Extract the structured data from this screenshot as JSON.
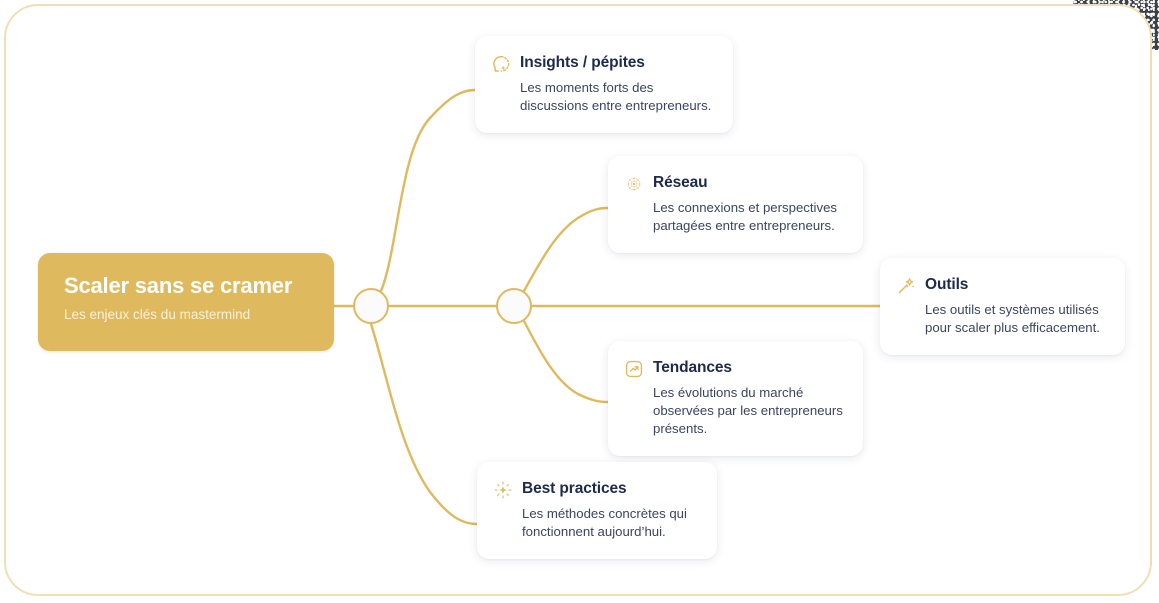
{
  "theme": {
    "gold": "#dfb95e",
    "gold_border": "#f0dfb4",
    "title_navy": "#1e2a4a",
    "body_slate": "#3a4560",
    "card_bg": "#ffffff",
    "page_bg": "#ffffff"
  },
  "root": {
    "title": "Scaler sans se cramer",
    "subtitle": "Les enjeux clés du mastermind"
  },
  "hubs": [
    {
      "name": "hub-1"
    },
    {
      "name": "hub-2"
    }
  ],
  "branches": [
    {
      "id": "insights",
      "icon": "sparkle-bubble-icon",
      "title": "Insights / pépites",
      "description": "Les moments forts des discussions entre entrepreneurs."
    },
    {
      "id": "reseau",
      "icon": "network-burst-icon",
      "title": "Réseau",
      "description": "Les connexions et perspectives partagées entre entrepreneurs."
    },
    {
      "id": "outils",
      "icon": "magic-wand-icon",
      "title": "Outils",
      "description": "Les outils et systèmes utilisés pour scaler plus efficacement."
    },
    {
      "id": "tendances",
      "icon": "trending-up-icon",
      "title": "Tendances",
      "description": "Les évolutions du marché observées par les entrepreneurs présents."
    },
    {
      "id": "best-practices",
      "icon": "sparkle-star-icon",
      "title": "Best practices",
      "description": "Les méthodes concrètes qui fonctionnent aujourd’hui."
    }
  ]
}
